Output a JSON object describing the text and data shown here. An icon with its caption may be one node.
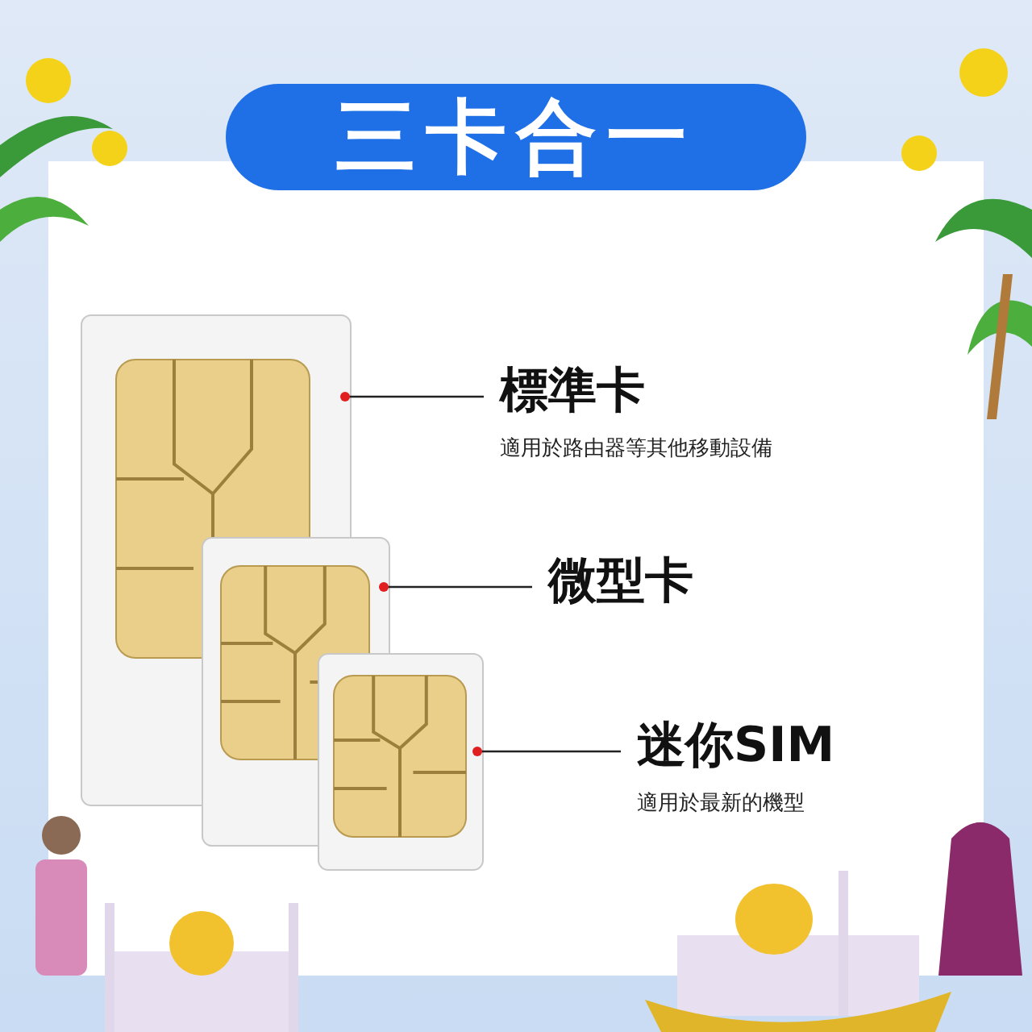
{
  "diagram": {
    "nodes": [
      {
        "text": [
          "三卡合一"
        ]
      },
      {
        "text": [],
        "shape": "picture"
      },
      {
        "text": [
          "標準卡",
          "適用於路由器等其他移動設備"
        ]
      },
      {
        "text": [],
        "shape": "picture"
      },
      {
        "text": [
          "微型卡"
        ]
      },
      {
        "text": [],
        "shape": "picture"
      },
      {
        "text": [
          "迷你SIM",
          "適用於最新的機型"
        ]
      }
    ],
    "edges": [
      {
        "from": 2,
        "to": 1,
        "arrow": "other"
      },
      {
        "from": 4,
        "to": 3,
        "arrow": "other"
      },
      {
        "from": 6,
        "to": 5,
        "arrow": "other"
      }
    ]
  }
}
